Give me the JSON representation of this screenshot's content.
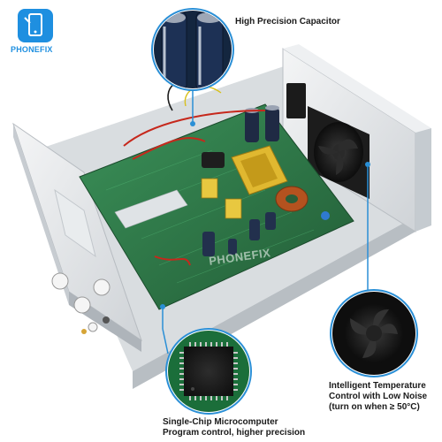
{
  "brand": {
    "logo_text": "PHONEFIX",
    "watermark_text": "PHONEFIX",
    "accent_color": "#1e8fe0"
  },
  "callouts": {
    "capacitor": {
      "label": "High Precision Capacitor"
    },
    "fan": {
      "line1": "Intelligent Temperature",
      "line2": "Control with Low Noise",
      "line3": "(turn on when ≥ 50°C)"
    },
    "chip": {
      "line1": "Single-Chip Microcomputer",
      "line2": "Program control, higher precision"
    }
  },
  "colors": {
    "callout_ring": "#2a8fd6",
    "pcb_green": "#2f7d4a",
    "case_white": "#e9ecef"
  }
}
